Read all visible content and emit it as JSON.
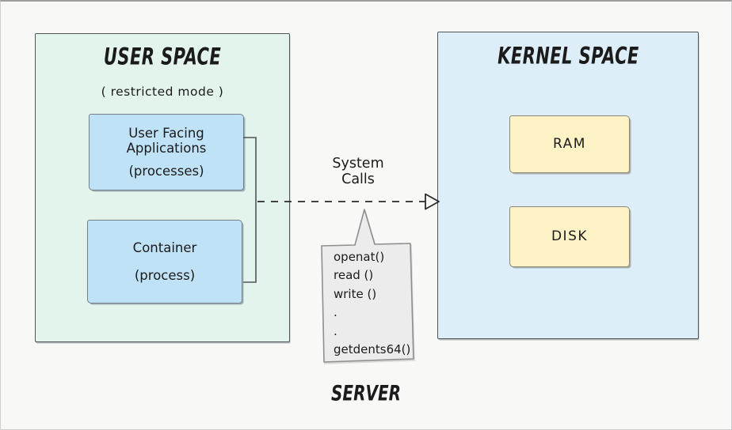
{
  "colors": {
    "canvas_bg": "#f8f8f7",
    "user_space_fill": "#e3f4ed",
    "kernel_space_fill": "#ddeef9",
    "process_box_fill": "#bfe2f7",
    "memory_box_fill": "#fcf2c5",
    "bubble_fill": "#ececec",
    "panel_stroke": "#4f5558",
    "inner_box_stroke": "#73808a",
    "memory_box_stroke": "#8a8a7c",
    "arrow_stroke": "#2b2b2b",
    "bubble_stroke": "#8f8f8f",
    "text_color": "#1b1b1b"
  },
  "user_space": {
    "title": "USER SPACE",
    "subtitle": "( restricted mode )",
    "app_box": {
      "title": "User Facing Applications",
      "subtitle": "(processes)"
    },
    "container_box": {
      "title": "Container",
      "subtitle": "(process)"
    }
  },
  "kernel_space": {
    "title": "KERNEL SPACE",
    "ram_box": {
      "label": "RAM"
    },
    "disk_box": {
      "label": "DISK"
    }
  },
  "arrow": {
    "label": "System Calls"
  },
  "syscall_bubble": {
    "lines": [
      "openat()",
      "read ()",
      "write ()",
      ".",
      ".",
      "getdents64()"
    ]
  },
  "footer": {
    "label": "SERVER"
  }
}
